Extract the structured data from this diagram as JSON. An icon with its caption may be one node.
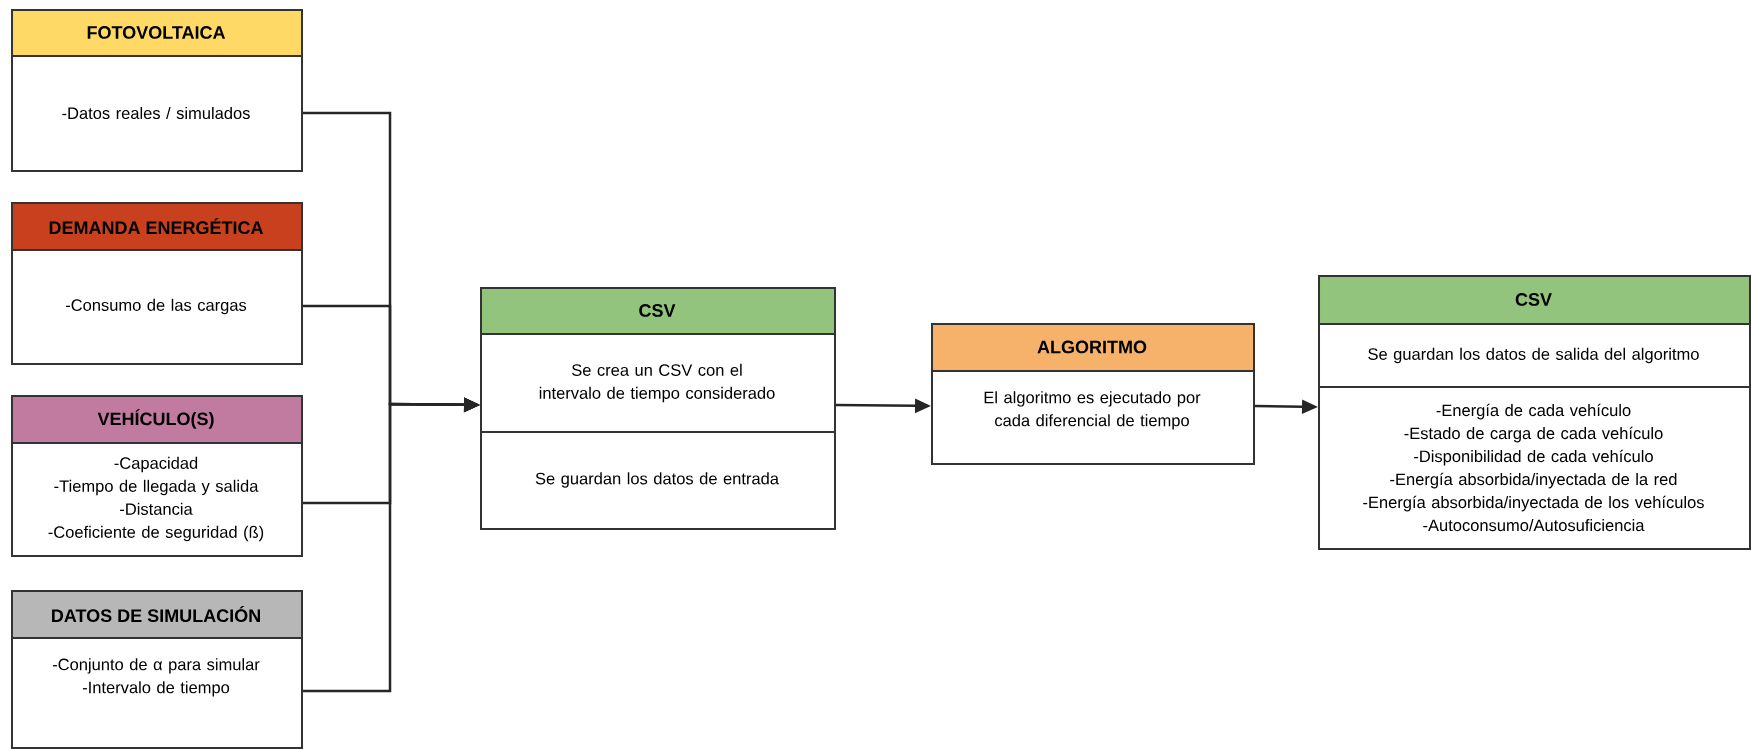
{
  "diagram": {
    "nodes": [
      {
        "text": [
          "FOTOVOLTAICA",
          "-Datos reales / simulados"
        ]
      },
      {
        "text": [
          "DEMANDA ENERGÉTICA",
          "-Consumo de las cargas"
        ]
      },
      {
        "text": [
          "VEHÍCULO(S)",
          "-Capacidad",
          "-Tiempo de llegada y salida",
          "-Distancia",
          "-Coeficiente de seguridad (ß)"
        ]
      },
      {
        "text": [
          "DATOS DE SIMULACIÓN",
          "-Conjunto de α para simular",
          "-Intervalo de tiempo"
        ]
      },
      {
        "text": [
          "CSV",
          "Se crea un CSV con el intervalo de tiempo considerado",
          "Se guardan los datos de entrada"
        ]
      },
      {
        "text": [
          "ALGORITMO",
          "El algoritmo es ejecutado por cada diferencial de tiempo"
        ]
      },
      {
        "text": [
          "CSV",
          "Se guardan los datos de salida del algoritmo",
          "-Energía de cada vehículo",
          "-Estado de carga de cada vehículo",
          "-Disponibilidad de cada vehículo",
          "-Energía absorbida/inyectada de la red",
          "-Energía absorbida/inyectada de los vehículos",
          "-Autoconsumo/Autosuficiencia"
        ]
      }
    ],
    "edges": [
      {
        "from": 0,
        "to": 4,
        "arrow": "to"
      },
      {
        "from": 1,
        "to": 4,
        "arrow": "to"
      },
      {
        "from": 2,
        "to": 4,
        "arrow": "to"
      },
      {
        "from": 3,
        "to": 4,
        "arrow": "to"
      },
      {
        "from": 4,
        "to": 5,
        "arrow": "to"
      },
      {
        "from": 5,
        "to": 6,
        "arrow": "to"
      }
    ]
  }
}
